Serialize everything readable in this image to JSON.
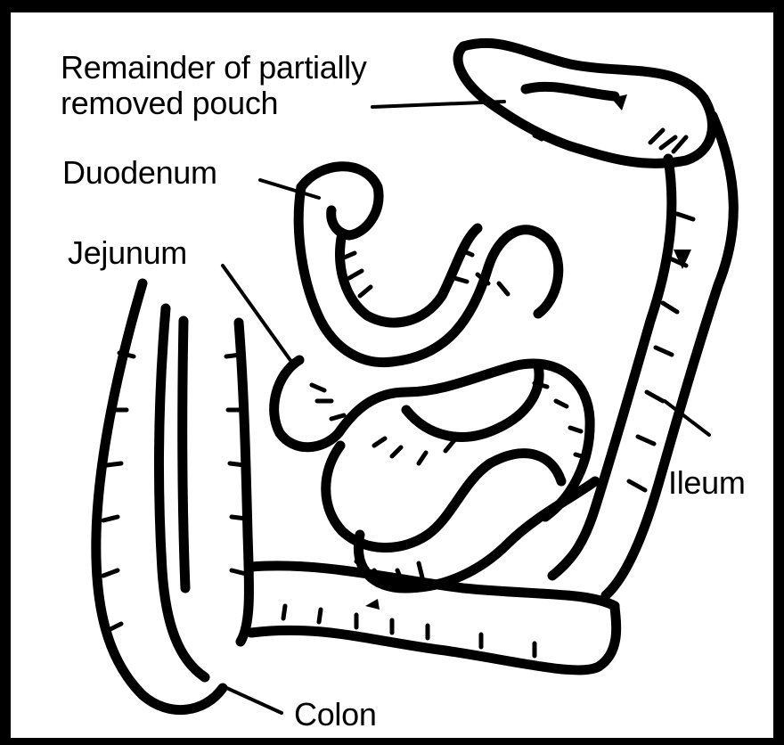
{
  "labels": {
    "pouch_line1": "Remainder of partially",
    "pouch_line2": "removed pouch",
    "duodenum": "Duodenum",
    "jejunum": "Jejunum",
    "ileum": "Ileum",
    "colon": "Colon"
  },
  "colors": {
    "ink": "#000000",
    "paper": "#ffffff"
  }
}
